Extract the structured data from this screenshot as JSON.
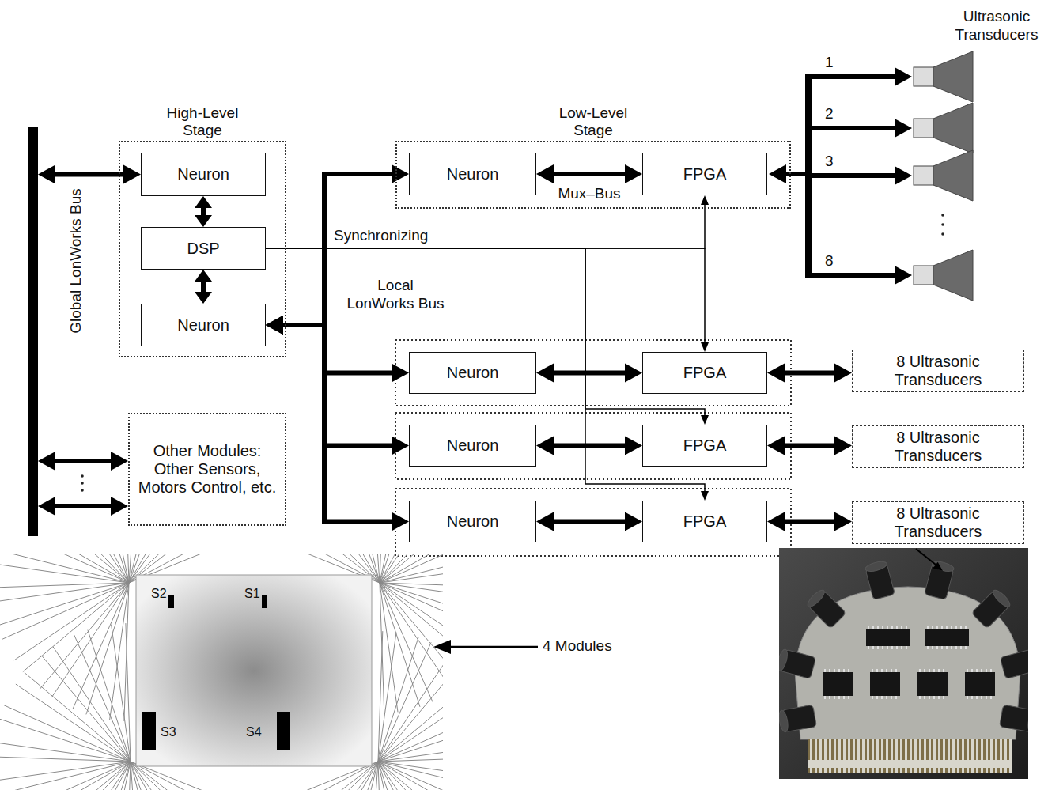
{
  "diagram": {
    "nodes": [
      {
        "text": [
          "Global LonWorks Bus"
        ]
      },
      {
        "text": [
          "High-Level Stage"
        ]
      },
      {
        "text": [
          "Neuron"
        ],
        "in": 1
      },
      {
        "text": [
          "DSP"
        ],
        "in": 1
      },
      {
        "text": [
          "Neuron"
        ],
        "in": 1
      },
      {
        "text": [
          "Low-Level Stage"
        ]
      },
      {
        "text": [
          "Neuron"
        ],
        "in": 5
      },
      {
        "text": [
          "FPGA"
        ],
        "in": 5
      },
      {
        "text": [
          "Neuron"
        ]
      },
      {
        "text": [
          "FPGA"
        ]
      },
      {
        "text": [
          "8 Ultrasonic Transducers"
        ]
      },
      {
        "text": [
          "Neuron"
        ]
      },
      {
        "text": [
          "FPGA"
        ]
      },
      {
        "text": [
          "8 Ultrasonic Transducers"
        ]
      },
      {
        "text": [
          "Neuron"
        ]
      },
      {
        "text": [
          "FPGA"
        ]
      },
      {
        "text": [
          "8 Ultrasonic Transducers"
        ]
      },
      {
        "text": [
          "Other Modules: Other Sensors, Motors Control, etc."
        ]
      }
    ],
    "edges": [
      {
        "from": 0,
        "to": 2,
        "arrow": "both"
      },
      {
        "from": 0,
        "to": 17,
        "arrow": "both"
      },
      {
        "from": 0,
        "to": 17,
        "arrow": "both"
      },
      {
        "from": 2,
        "to": 3,
        "arrow": "both"
      },
      {
        "from": 3,
        "to": 4,
        "arrow": "both"
      },
      {
        "from": 4,
        "to": 6,
        "arrow": "both"
      },
      {
        "from": 4,
        "to": 8,
        "arrow": "both"
      },
      {
        "from": 4,
        "to": 11,
        "arrow": "both"
      },
      {
        "from": 4,
        "to": 14,
        "arrow": "both"
      },
      {
        "from": 6,
        "to": 7,
        "label": "Mux–Bus",
        "arrow": "both"
      },
      {
        "from": 8,
        "to": 9,
        "arrow": "both"
      },
      {
        "from": 9,
        "to": 10,
        "arrow": "both"
      },
      {
        "from": 11,
        "to": 12,
        "arrow": "both"
      },
      {
        "from": 12,
        "to": 13,
        "arrow": "both"
      },
      {
        "from": 14,
        "to": 15,
        "arrow": "both"
      },
      {
        "from": 15,
        "to": 16,
        "arrow": "both"
      },
      {
        "from": 3,
        "to": 7,
        "arrow": "to"
      },
      {
        "from": 3,
        "to": 9,
        "arrow": "to"
      },
      {
        "from": 3,
        "to": 12,
        "arrow": "to"
      },
      {
        "from": 3,
        "to": 15,
        "arrow": "to"
      }
    ],
    "labels": [
      "Ultrasonic Transducers",
      "1",
      "2",
      "Synchronizing",
      "3",
      "Local LonWorks Bus",
      "8",
      "S2",
      "S1",
      "4 Modules",
      "S3",
      "S4"
    ]
  }
}
